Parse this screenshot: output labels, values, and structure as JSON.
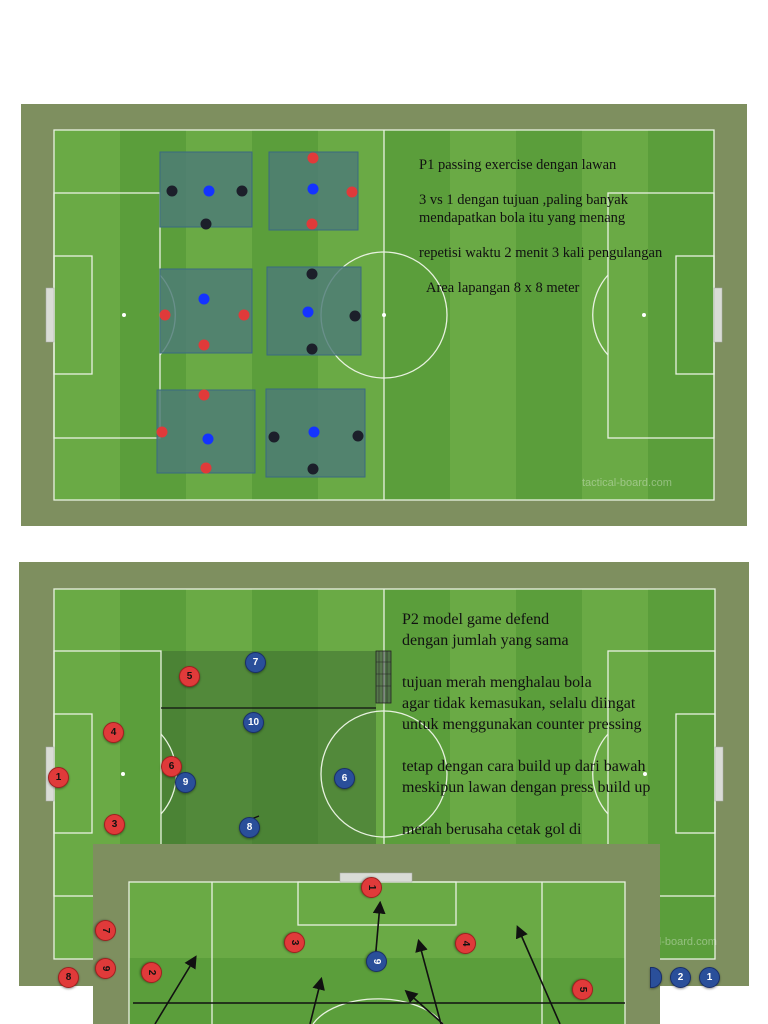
{
  "board1": {
    "title": "P1 passing exercise dengan lawan",
    "line1": "3 vs 1 dengan tujuan ,paling banyak",
    "line2": "mendapatkan bola itu yang menang",
    "line3": "repetisi waktu 2 menit 3 kali pengulangan",
    "line4": "Area lapangan 8 x 8 meter",
    "watermark": "tactical-board.com"
  },
  "board2": {
    "title": "P2 model game defend",
    "title2": "dengan jumlah yang sama",
    "l1": "tujuan merah menghalau bola",
    "l2": "agar tidak kemasukan, selalu diingat",
    "l3": "untuk menggunakan counter pressing",
    "l4": "tetap dengan cara build up dari bawah",
    "l5": "meskipun lawan dengan press build up",
    "l6": "merah berusaha cetak gol di",
    "watermark": "tactical-board.com",
    "red_players": [
      "5",
      "4",
      "1",
      "6",
      "3",
      "7",
      "9",
      "2",
      "8"
    ],
    "blue_players": [
      "7",
      "10",
      "9",
      "6",
      "8",
      "2",
      "1"
    ]
  },
  "board3": {
    "red_players": [
      "1",
      "3",
      "4",
      "2",
      "5"
    ],
    "blue_players": [
      "9"
    ]
  },
  "colors": {
    "red": "#e03a3a",
    "blue": "#2a4f9a",
    "dot_blue": "#1433ff",
    "dark": "#1c1f2a",
    "pitch_light": "#6aaa45",
    "pitch_dark": "#5b9e3b",
    "border": "#7e8f5f"
  }
}
